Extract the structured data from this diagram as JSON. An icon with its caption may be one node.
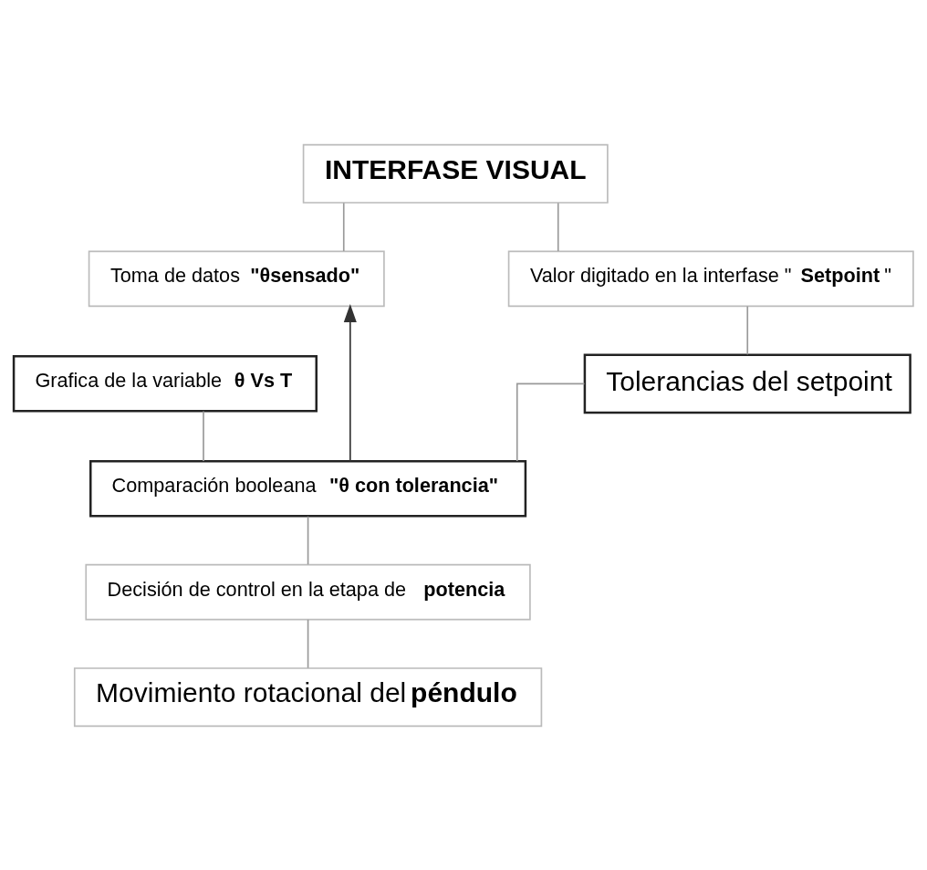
{
  "diagram": {
    "nodes": [
      {
        "text": [
          "INTERFASE VISUAL"
        ]
      },
      {
        "text": [
          "Toma de datos **\"θsensado\"**"
        ]
      },
      {
        "text": [
          "Valor digitado en la interfase \"**Setpoint**\""
        ]
      },
      {
        "text": [
          "Grafica de la variable **θ Vs T**"
        ]
      },
      {
        "text": [
          "Tolerancias del setpoint"
        ]
      },
      {
        "text": [
          "Comparación booleana **\"θ con tolerancia\"**"
        ]
      },
      {
        "text": [
          "Decisión de control en la etapa de **potencia**"
        ]
      },
      {
        "text": [
          "Movimiento rotacional del **péndulo**"
        ]
      }
    ],
    "edges": [
      {
        "from": 0,
        "to": 1,
        "arrow": "none"
      },
      {
        "from": 0,
        "to": 2,
        "arrow": "none"
      },
      {
        "from": 2,
        "to": 4,
        "arrow": "none"
      },
      {
        "from": 3,
        "to": 5,
        "arrow": "none"
      },
      {
        "from": 4,
        "to": 5,
        "arrow": "none"
      },
      {
        "from": 5,
        "to": 1,
        "arrow": "to",
        "color": "#333333"
      },
      {
        "from": 5,
        "to": 6,
        "arrow": "none"
      },
      {
        "from": 6,
        "to": 7,
        "arrow": "none"
      }
    ]
  }
}
